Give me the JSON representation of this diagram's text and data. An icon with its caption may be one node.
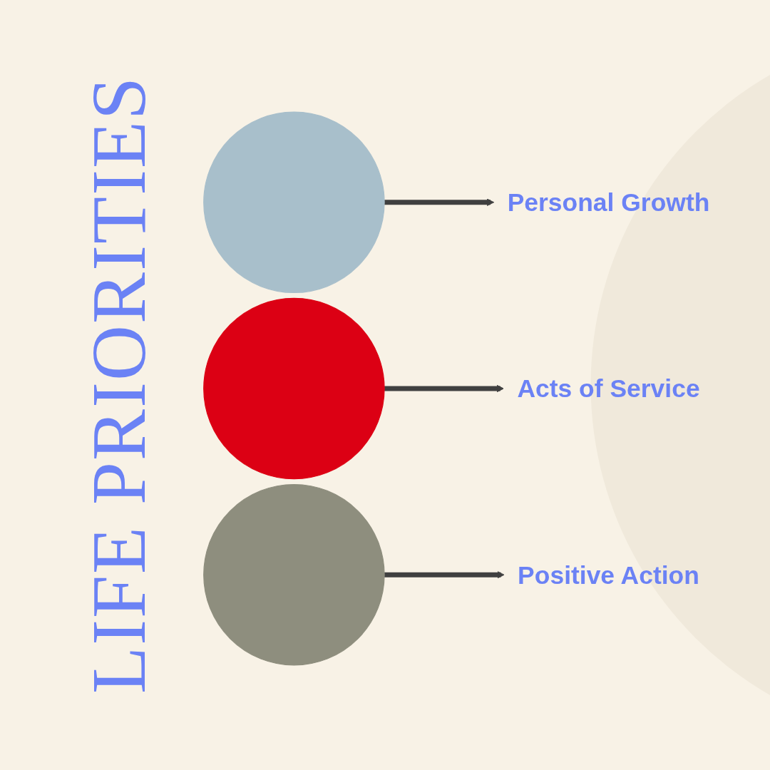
{
  "diagram": {
    "title": "LIFE PRIORITIES",
    "nodes": [
      {
        "text": [],
        "shape": "circle"
      },
      {
        "text": [
          "Personal Growth"
        ]
      },
      {
        "text": [],
        "shape": "circle"
      },
      {
        "text": [
          "Acts of Service"
        ]
      },
      {
        "text": [],
        "shape": "circle"
      },
      {
        "text": [
          "Positive Action"
        ]
      }
    ],
    "edges": [
      {
        "from": 0,
        "to": 1,
        "arrow": "to"
      },
      {
        "from": 2,
        "to": 3,
        "arrow": "to"
      },
      {
        "from": 4,
        "to": 5,
        "arrow": "to"
      }
    ]
  }
}
